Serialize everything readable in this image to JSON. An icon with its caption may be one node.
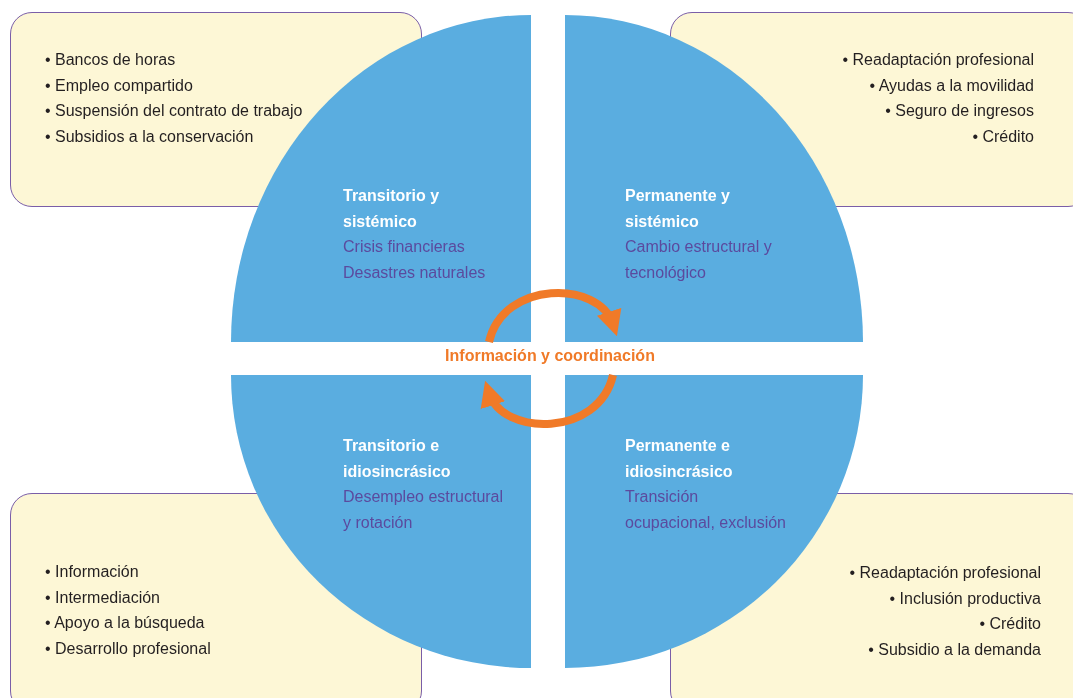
{
  "diagram": {
    "nodes": [
      {
        "text": [
          "• Bancos de horas",
          "• Empleo compartido",
          "• Suspensión del contrato de trabajo",
          "• Subsidios a la conservación"
        ]
      },
      {
        "text": [
          "• Readaptación profesional",
          "• Ayudas a la movilidad",
          "• Seguro de ingresos",
          "• Crédito"
        ]
      },
      {
        "text": [
          "Transitorio y sistémico",
          "Crisis financieras Desastres naturales"
        ]
      },
      {
        "text": [
          "Permanente y sistémico",
          "Cambio estructural y tecnológico"
        ]
      },
      {
        "text": [
          "Transitorio e idiosincrásico",
          "Desempleo estructural y rotación"
        ]
      },
      {
        "text": [
          "Permanente e idiosincrásico",
          "Transición ocupacional, exclusión"
        ]
      },
      {
        "text": [
          "• Información",
          "• Intermediación",
          "• Apoyo a la búsqueda",
          "• Desarrollo profesional"
        ]
      },
      {
        "text": [
          "• Readaptación profesional",
          "• Inclusión productiva",
          "• Crédito",
          "• Subsidio a la demanda"
        ]
      }
    ],
    "edges": [
      {
        "from": 2,
        "to": 3,
        "arrow": "to",
        "color": "#f07a28"
      },
      {
        "from": 5,
        "to": 4,
        "arrow": "to",
        "color": "#f07a28"
      }
    ],
    "labels": [
      "Información y coordinación"
    ]
  }
}
